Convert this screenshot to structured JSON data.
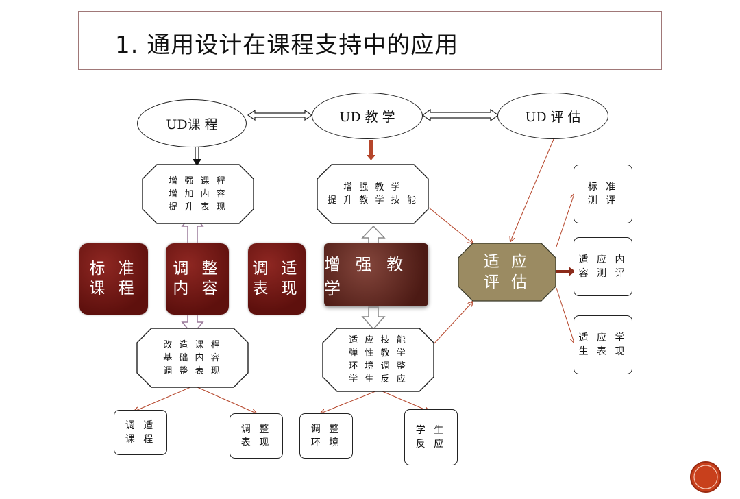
{
  "slide": {
    "title": "1. 通用设计在课程支持中的应用"
  },
  "top_nodes": {
    "ud_curriculum": "UD课 程",
    "ud_teaching": "UD 教 学",
    "ud_assessment": "UD 评 估"
  },
  "curriculum": {
    "enhance": "增 强 课 程\n增 加 内 容\n提 升 表 现",
    "modify": "改 造 课 程\n基 础 内 容\n调 整 表 现",
    "standard": "标 准\n课 程",
    "adjust_content": "调 整\n内 容",
    "adapt_performance": "调 适\n表 现",
    "leaf_adapt_course": "调 适\n课 程",
    "leaf_adjust_performance": "调 整\n表 现"
  },
  "teaching": {
    "enhance": "增 强 教 学\n提 升 教 学 技 能",
    "center": "增 强  教 学",
    "adapt": "适 应 技 能\n弹 性 教 学\n环 境 调 整\n学 生 反 应",
    "leaf_adjust_env": "调 整\n环 境",
    "leaf_student_response": "学 生\n反 应"
  },
  "assessment": {
    "center": "适 应\n评 估",
    "leaf_standard": "标 准\n测 评",
    "leaf_content": "适 应 内\n容 测 评",
    "leaf_student": "适 应 学\n生 表 现"
  },
  "colors": {
    "accent_red": "#6b1512",
    "connector_red": "#b5452a",
    "khaki": "#9b8b62",
    "dark_arrow": "#8b2a1a"
  }
}
